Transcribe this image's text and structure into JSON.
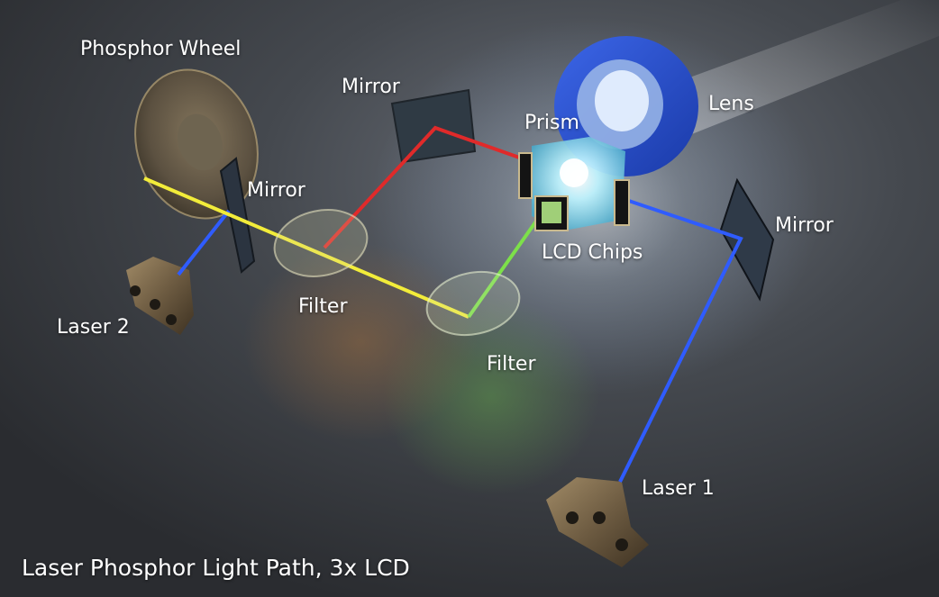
{
  "labels": {
    "phosphor_wheel": "Phosphor Wheel",
    "mirror_top": "Mirror",
    "lens": "Lens",
    "prism": "Prism",
    "mirror_left": "Mirror",
    "mirror_right": "Mirror",
    "lcd_chips": "LCD Chips",
    "laser_2": "Laser 2",
    "filter_left": "Filter",
    "filter_right": "Filter",
    "laser_1": "Laser 1"
  },
  "caption": "Laser Phosphor Light Path, 3x LCD",
  "colors": {
    "background": "#3a3d42",
    "blue_beam": "#2f5cff",
    "yellow_beam": "#f2ec3a",
    "red_beam": "#e02a2a",
    "green_beam": "#7de04a",
    "lens_ring": "#2a52d0",
    "text": "#ffffff"
  }
}
